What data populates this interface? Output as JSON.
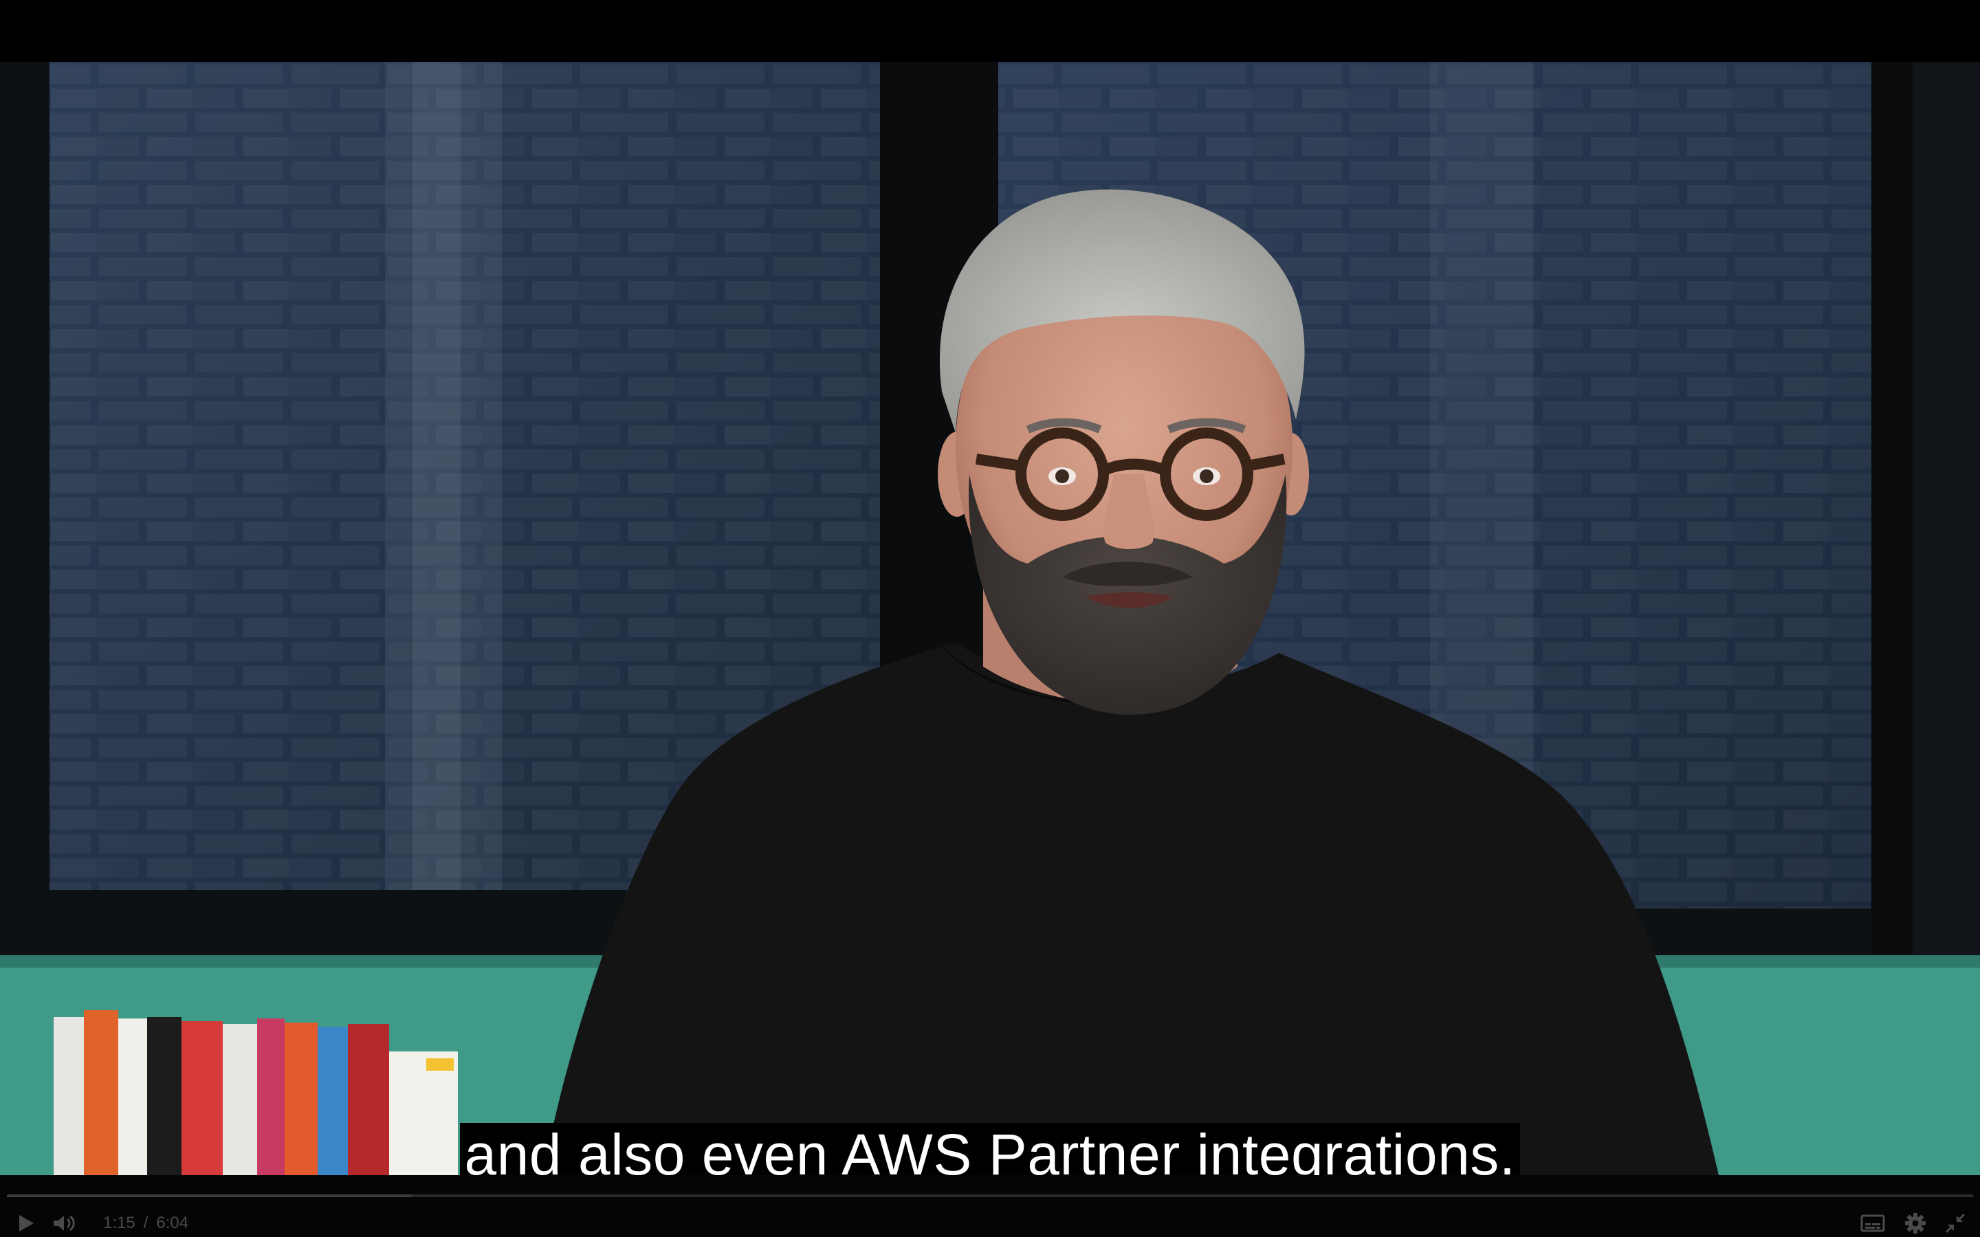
{
  "player": {
    "caption": "and also even AWS Partner integrations.",
    "time_current": "1:15",
    "time_separator": "/",
    "time_total": "6:04",
    "progress": 0.206,
    "icons": {
      "play": "play-icon",
      "volume": "volume-icon",
      "captions": "captions-icon",
      "settings": "gear-icon",
      "fullscreen": "exit-fullscreen-icon"
    },
    "colors": {
      "background": "#000000",
      "caption_text": "#ffffff",
      "control_icon": "#4a4a4a",
      "wall_teal": "#3f9a88"
    }
  }
}
